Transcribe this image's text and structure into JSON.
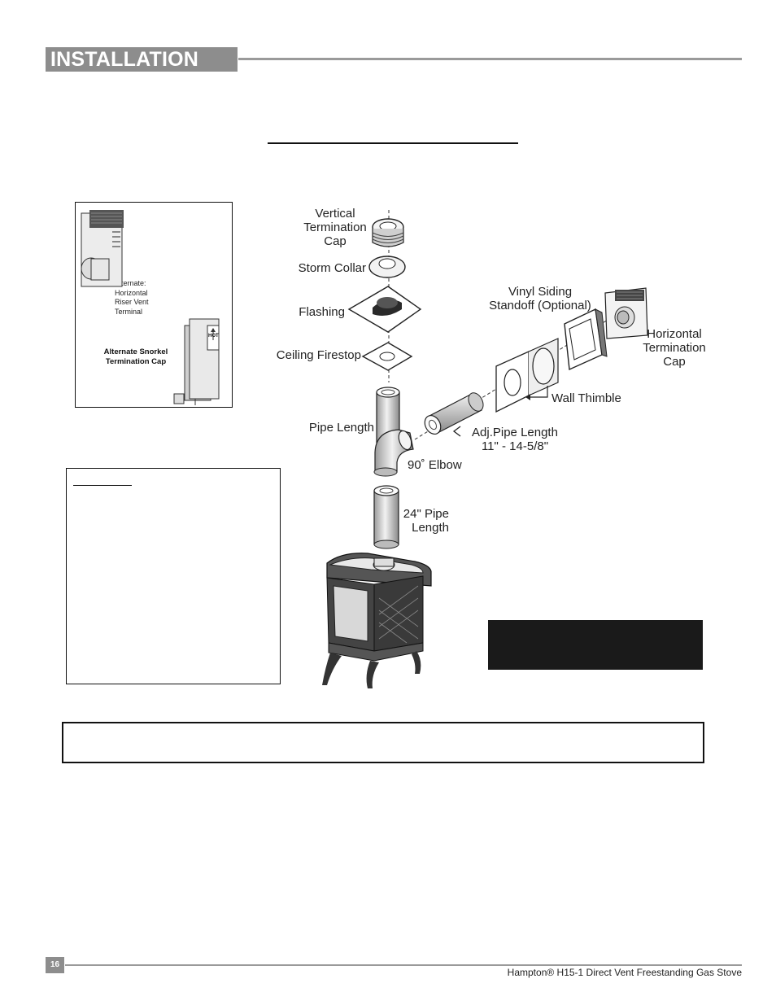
{
  "header": {
    "section_title": "INSTALLATION"
  },
  "inset": {
    "riser_label": "Alternate:\nHorizontal\nRiser Vent\nTerminal",
    "snorkel_label": "Alternate Snorkel\nTermination Cap",
    "hot_label": "HOT"
  },
  "diagram": {
    "labels": {
      "vertical_cap": "Vertical\nTermination\nCap",
      "storm_collar": "Storm Collar",
      "flashing": "Flashing",
      "ceiling_firestop": "Ceiling Firestop",
      "pipe_length": "Pipe Length",
      "elbow": "90˚ Elbow",
      "pipe_24": "24\" Pipe\nLength",
      "vinyl_siding": "Vinyl Siding\nStandoff (Optional)",
      "horizontal_cap": "Horizontal\nTermination\nCap",
      "wall_thimble": "Wall Thimble",
      "adj_pipe": "Adj.Pipe Length\n11\" - 14-5/8\""
    }
  },
  "footer": {
    "page_number": "16",
    "product_name": "Hampton® H15-1 Direct Vent Freestanding Gas Stove"
  }
}
